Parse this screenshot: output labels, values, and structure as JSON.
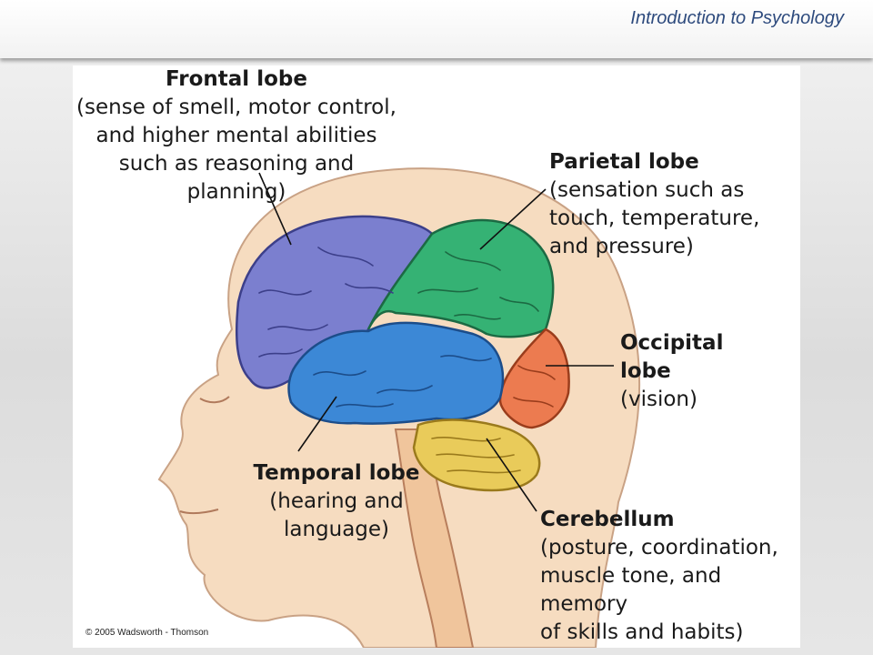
{
  "header": {
    "title": "Introduction to Psychology",
    "title_color": "#2d4a7d"
  },
  "figure": {
    "copyright": "© 2005 Wadsworth - Thomson",
    "colors": {
      "skin": "#f6dcc0",
      "frontal": "#7b7fcf",
      "parietal": "#35b274",
      "temporal": "#3c88d6",
      "occipital": "#ec7b50",
      "cerebellum": "#e9cb5a",
      "brainstem": "#f0c59c"
    },
    "labels": {
      "frontal": {
        "name": "Frontal lobe",
        "desc_lines": [
          "(sense of smell, motor control,",
          "and higher mental abilities",
          "such as reasoning and planning)"
        ]
      },
      "parietal": {
        "name": "Parietal lobe",
        "desc_lines": [
          "(sensation such as",
          "touch, temperature,",
          "and pressure)"
        ]
      },
      "occipital": {
        "name_lines": [
          "Occipital",
          "lobe"
        ],
        "desc_lines": [
          "(vision)"
        ]
      },
      "temporal": {
        "name": "Temporal lobe",
        "desc_lines": [
          "(hearing and",
          "language)"
        ]
      },
      "cerebellum": {
        "name": "Cerebellum",
        "desc_lines": [
          "(posture, coordination,",
          "muscle tone, and memory",
          "of skills and habits)"
        ]
      }
    }
  }
}
